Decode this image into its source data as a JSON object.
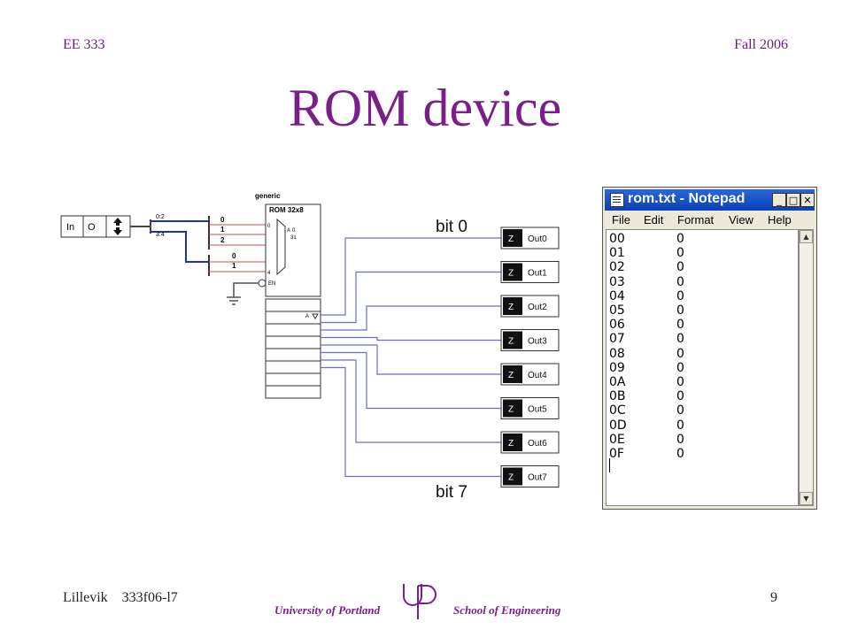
{
  "header": {
    "course": "EE 333",
    "term": "Fall 2006"
  },
  "title": "ROM device",
  "footer": {
    "author": "Lillevik",
    "doc": "333f06-l7",
    "page": "9",
    "logo_university": "University of Portland",
    "logo_school": "School of Engineering",
    "logo_mark": "UP"
  },
  "schematic": {
    "input_switch": {
      "label": "In",
      "value": "O"
    },
    "bus_taps": [
      "0:2",
      "3:4"
    ],
    "address_bits": [
      "0",
      "1",
      "2",
      "0",
      "1"
    ],
    "rom": {
      "vendor": "generic",
      "name": "ROM 32x8",
      "pin_labels": [
        "0",
        "A",
        "0",
        "31",
        "4",
        "EN",
        "A"
      ]
    },
    "outputs": [
      {
        "state": "Z",
        "label": "Out0"
      },
      {
        "state": "Z",
        "label": "Out1"
      },
      {
        "state": "Z",
        "label": "Out2"
      },
      {
        "state": "Z",
        "label": "Out3"
      },
      {
        "state": "Z",
        "label": "Out4"
      },
      {
        "state": "Z",
        "label": "Out5"
      },
      {
        "state": "Z",
        "label": "Out6"
      },
      {
        "state": "Z",
        "label": "Out7"
      }
    ],
    "bit_top_label": "bit 0",
    "bit_bottom_label": "bit 7",
    "wire_color": "#6c6cd0"
  },
  "notepad": {
    "title": "rom.txt - Notepad",
    "menu": [
      "File",
      "Edit",
      "Format",
      "View",
      "Help"
    ],
    "lines": [
      {
        "addr": "00",
        "val": "0"
      },
      {
        "addr": "01",
        "val": "0"
      },
      {
        "addr": "02",
        "val": "0"
      },
      {
        "addr": "03",
        "val": "0"
      },
      {
        "addr": "04",
        "val": "0"
      },
      {
        "addr": "05",
        "val": "0"
      },
      {
        "addr": "06",
        "val": "0"
      },
      {
        "addr": "07",
        "val": "0"
      },
      {
        "addr": "08",
        "val": "0"
      },
      {
        "addr": "09",
        "val": "0"
      },
      {
        "addr": "0A",
        "val": "0"
      },
      {
        "addr": "0B",
        "val": "0"
      },
      {
        "addr": "0C",
        "val": "0"
      },
      {
        "addr": "0D",
        "val": "0"
      },
      {
        "addr": "0E",
        "val": "0"
      },
      {
        "addr": "0F",
        "val": "0"
      }
    ]
  },
  "colors": {
    "title": "#7a1f8a",
    "titlebar": "#0a3fb8",
    "address_bus": "#2030b0"
  }
}
